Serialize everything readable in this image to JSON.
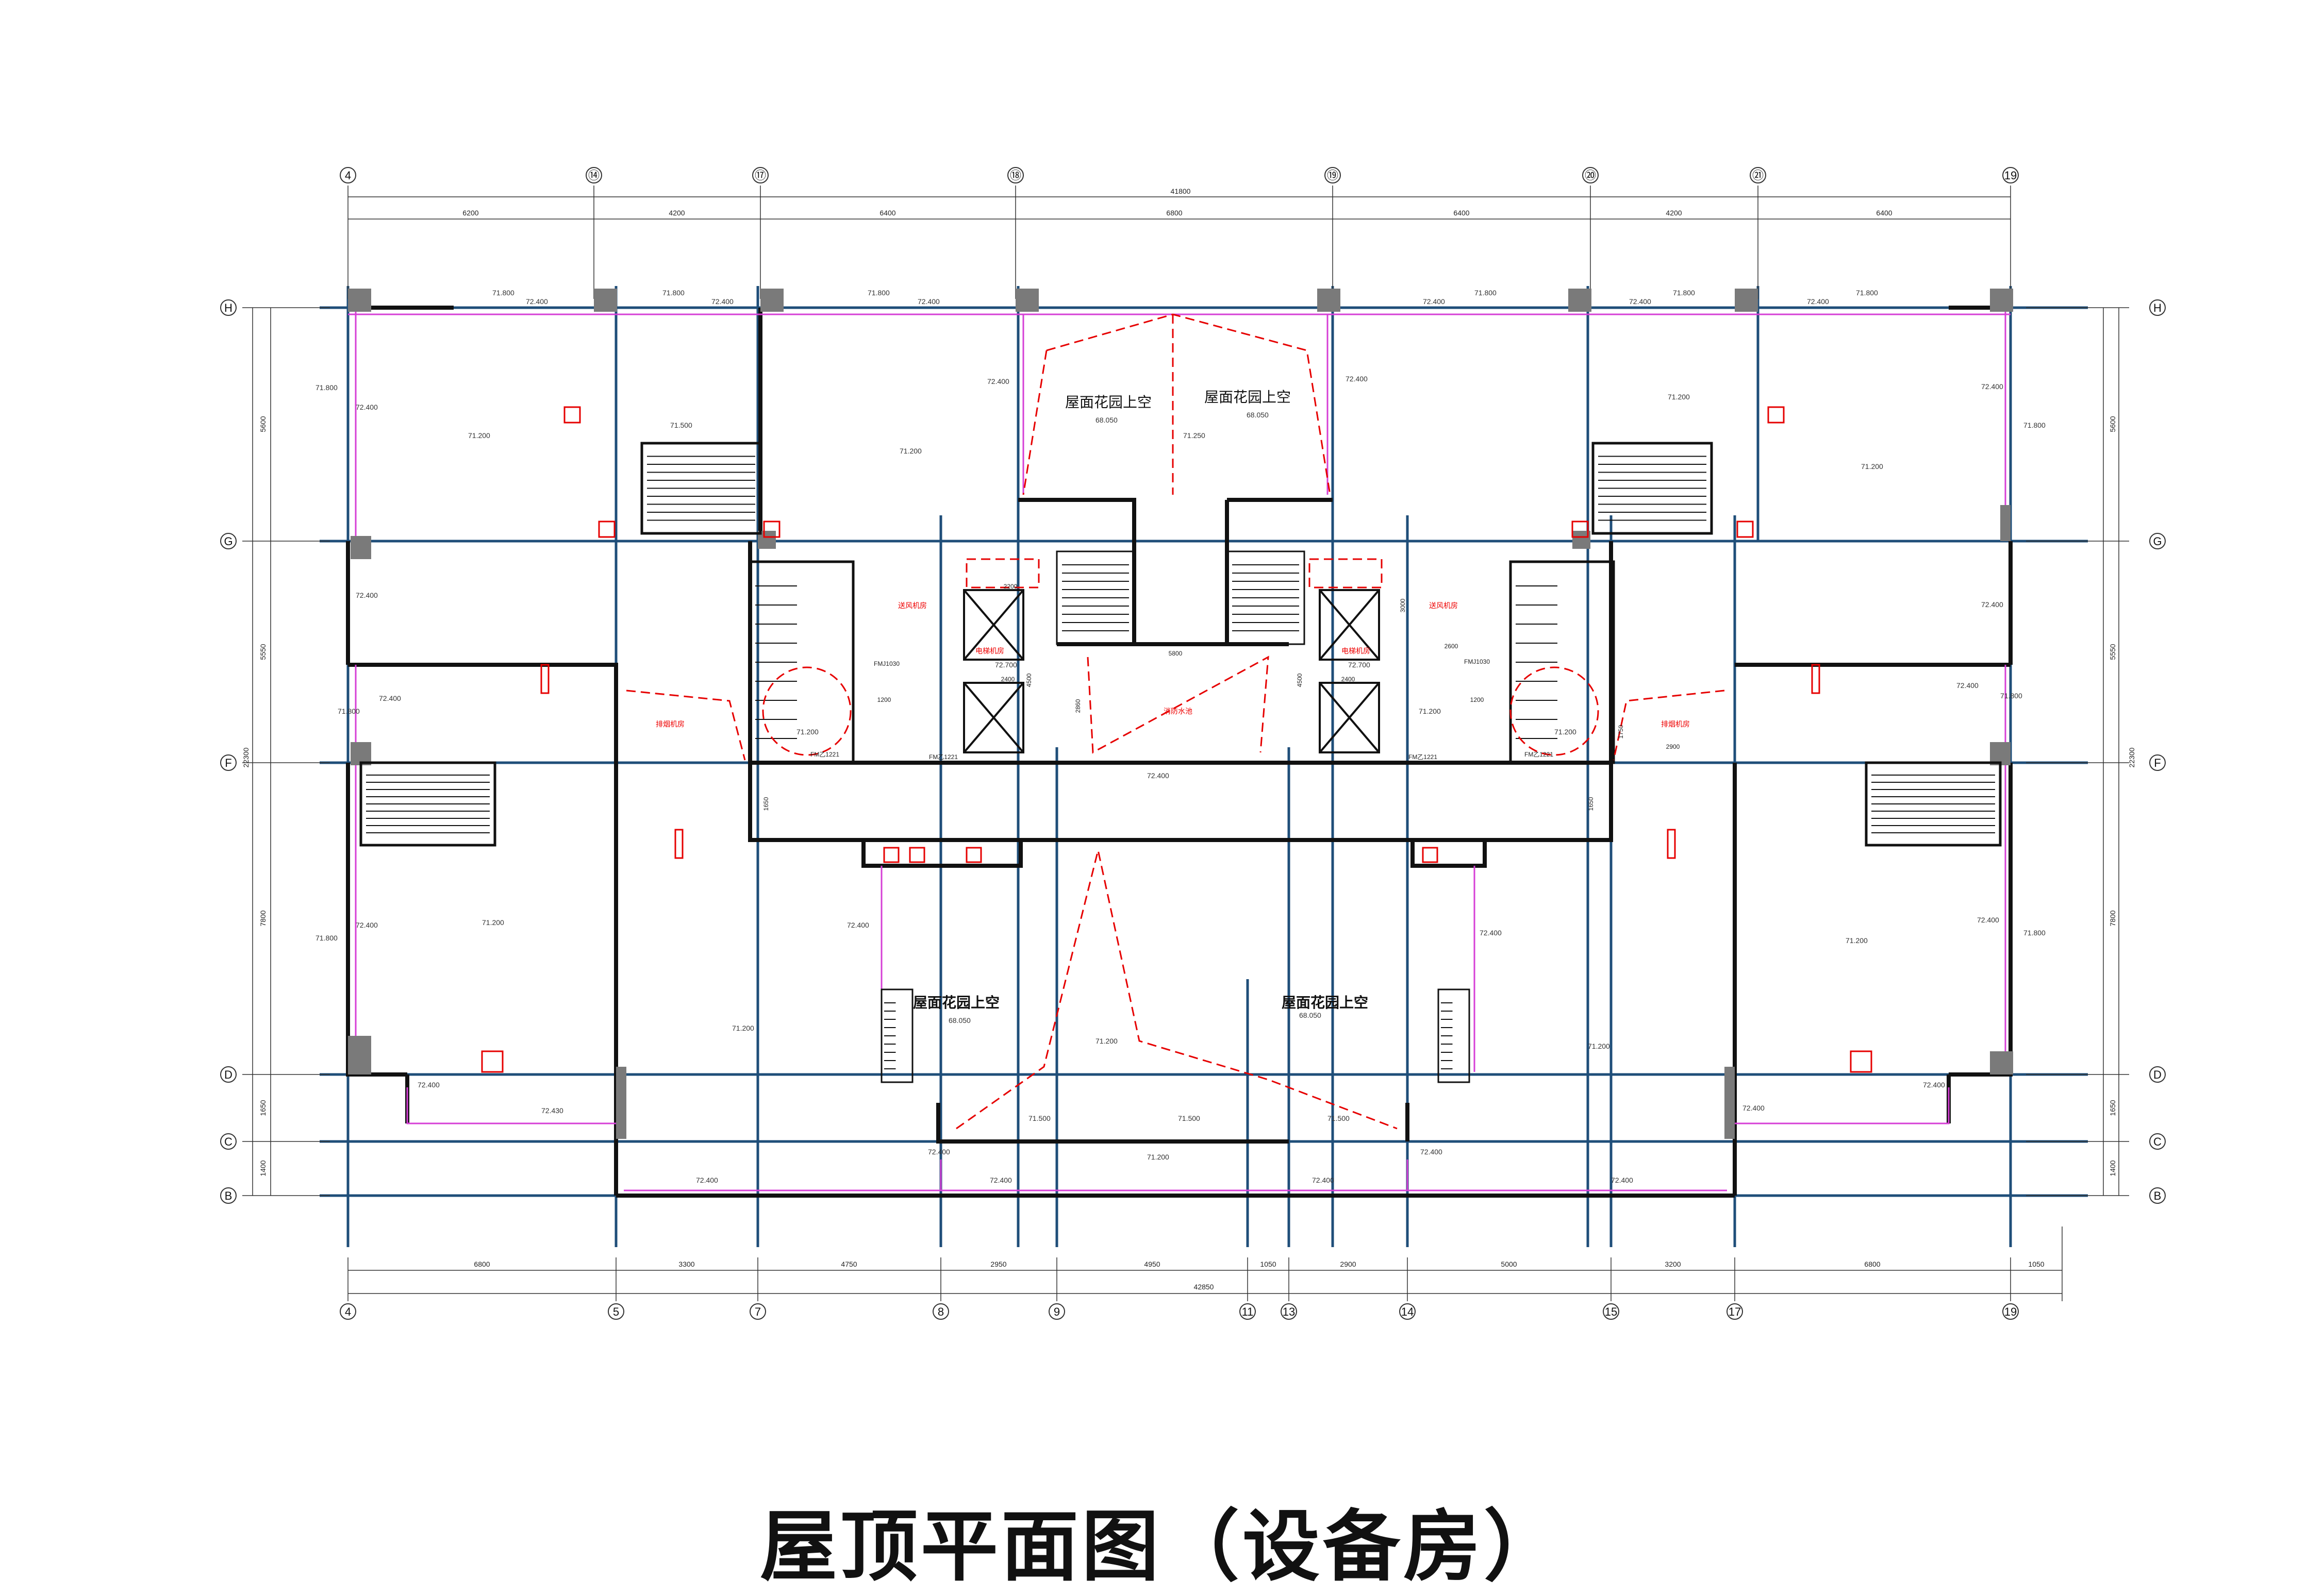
{
  "title": "屋顶平面图（设备房）",
  "axes": {
    "top": [
      "4",
      "⑭",
      "⑰",
      "⑱",
      "⑲",
      "⑳",
      "㉑",
      "19"
    ],
    "bottom": [
      "4",
      "5",
      "7",
      "8",
      "9",
      "11",
      "13",
      "14",
      "15",
      "17",
      "19"
    ],
    "left": [
      "H",
      "G",
      "F",
      "D",
      "C",
      "B"
    ],
    "right": [
      "H",
      "G",
      "F",
      "D",
      "C",
      "B"
    ]
  },
  "dims": {
    "top_total": "41800",
    "top_segments": [
      "6200",
      "4200",
      "6400",
      "6800",
      "6400",
      "4200",
      "6400"
    ],
    "bottom_total": "42850",
    "bottom_segments": [
      "6800",
      "3300",
      "4750",
      "2950",
      "4950",
      "1050",
      "2900",
      "5000",
      "3200",
      "6800",
      "1050"
    ],
    "left_segments": [
      "5600",
      "5550",
      "7800",
      "1650",
      "1400"
    ],
    "left_total": "22300",
    "right_segments": [
      "5600",
      "5550",
      "7800",
      "1650",
      "1400"
    ],
    "right_total": "22300"
  },
  "rooms": {
    "garden_void": "屋面花园上空",
    "fan_room": "送风机房",
    "elevator_room": "电梯机房",
    "water": "消防水池",
    "exhaust": "排烟机房"
  },
  "elevations": {
    "e71800": "71.800",
    "e72400": "72.400",
    "e71200": "71.200",
    "e71500": "71.500",
    "e68050": "68.050",
    "e71250": "71.250",
    "e72700": "72.700",
    "e72430": "72.430"
  },
  "door_labels": {
    "fmj": "FMJ1030",
    "fm": "FM乙1221"
  },
  "inner_dims": {
    "d2200": "2200",
    "d4500": "4500",
    "d2400": "2400",
    "d1200": "1200",
    "d5800": "5800",
    "d2860": "2860",
    "d2600": "2600",
    "d1650": "1650",
    "d1750": "1750",
    "d2900": "2900",
    "d3000": "3000"
  },
  "colors": {
    "grid": "#1f4e79",
    "wall": "#111111",
    "red": "#e60000",
    "magenta": "#d63fd6",
    "column": "#7a7a7a"
  }
}
